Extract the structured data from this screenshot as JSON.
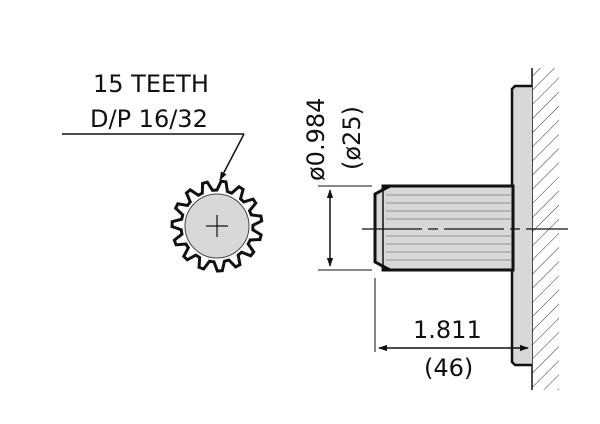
{
  "spline_callout": {
    "teeth_label": "15 TEETH",
    "pitch_label": "D/P 16/32",
    "teeth_count": 15
  },
  "diameter_dimension": {
    "inch_label": "ø0.984",
    "metric_label": "(ø25)"
  },
  "length_dimension": {
    "inch_label": "1.811",
    "metric_label": "(46)"
  }
}
